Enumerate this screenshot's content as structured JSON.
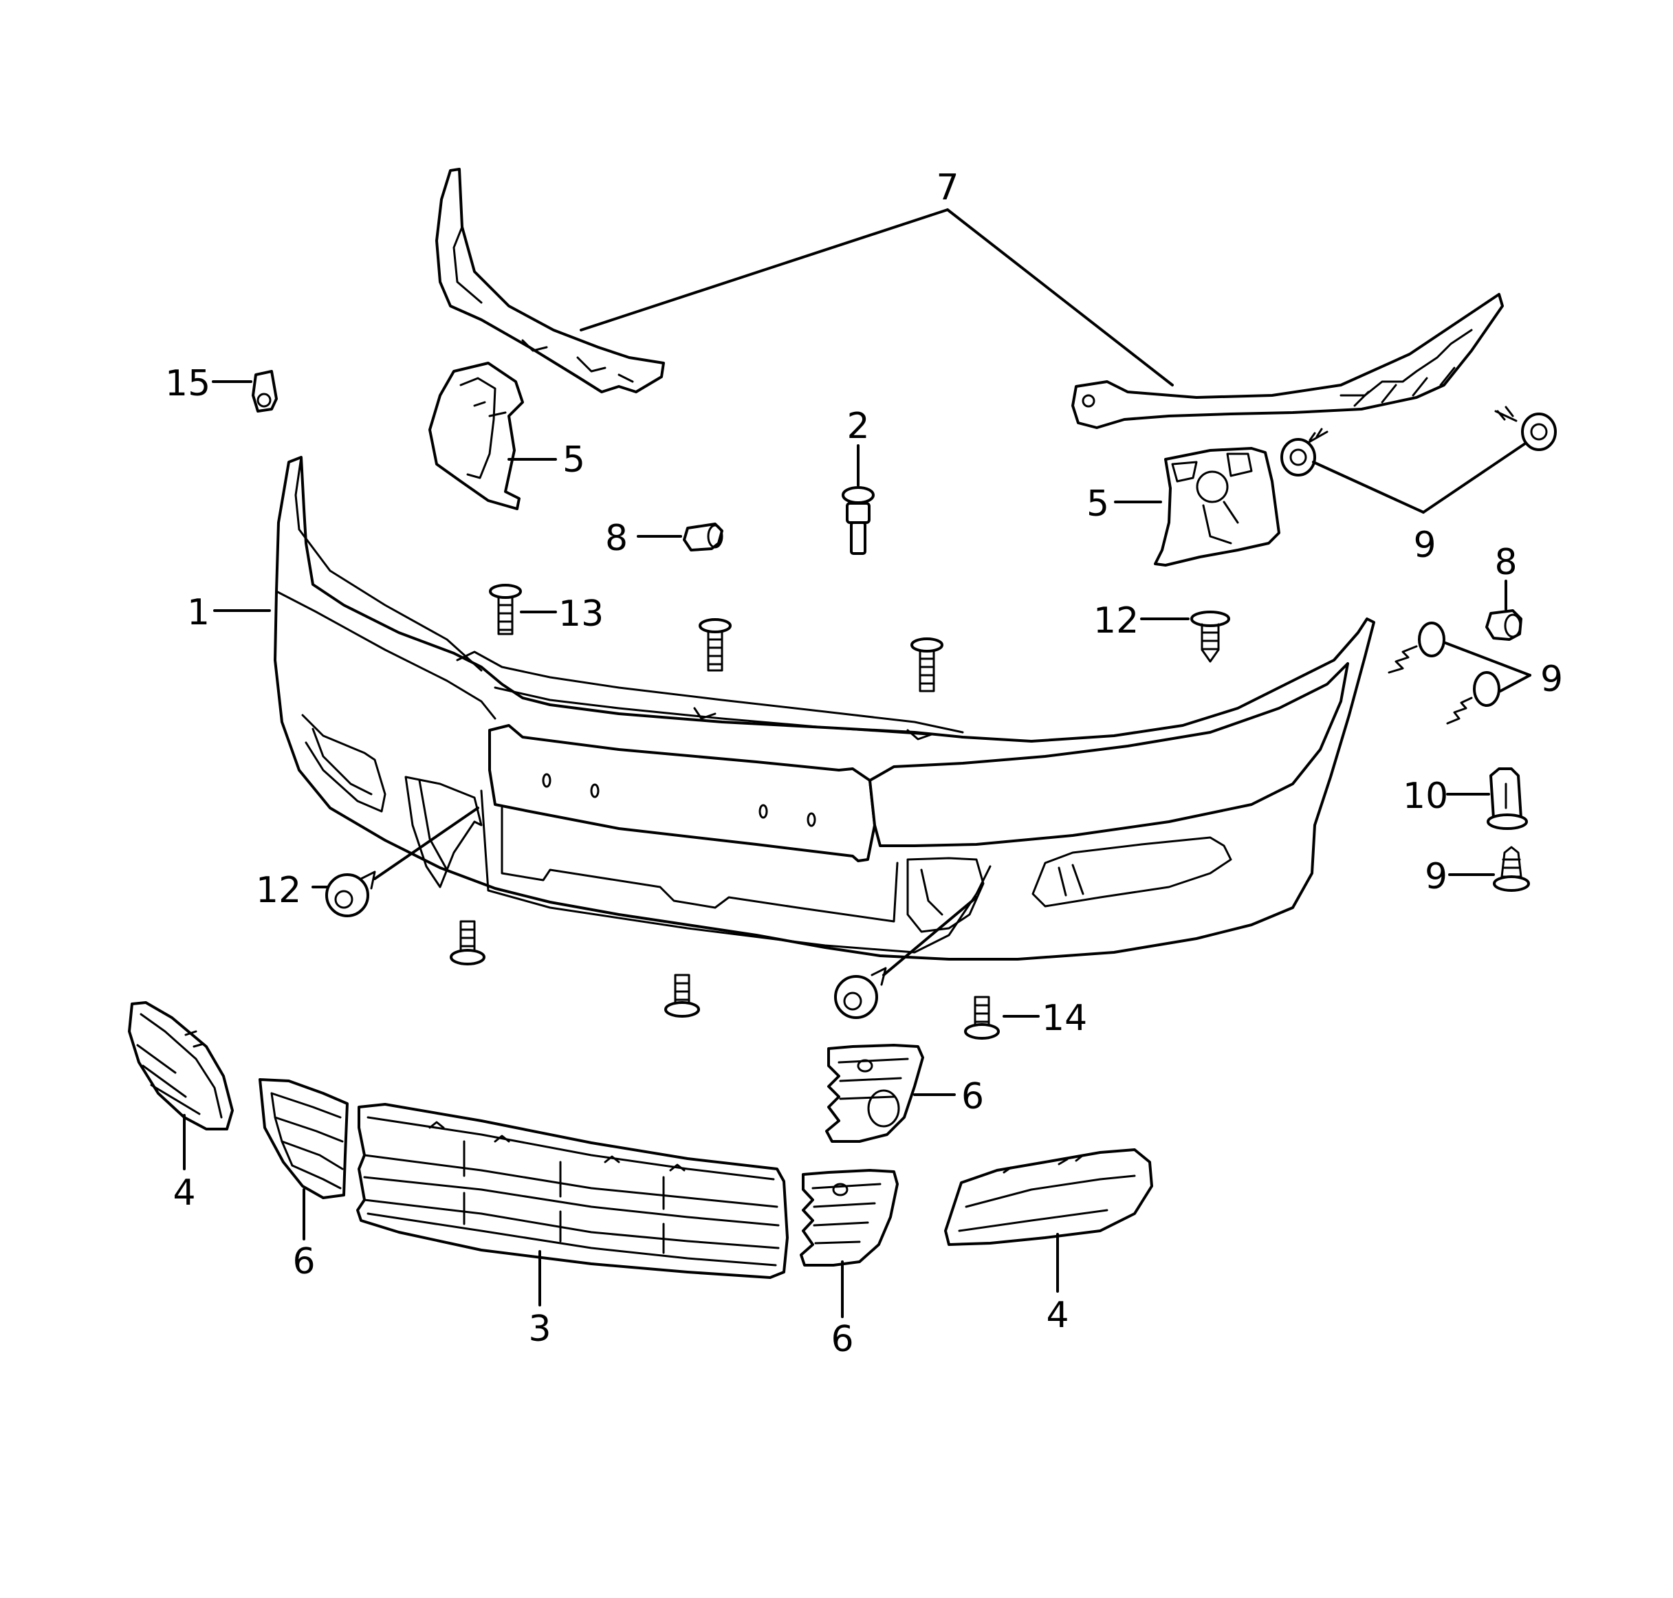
{
  "diagram": {
    "callouts": {
      "c1": "1",
      "c2": "2",
      "c3": "3",
      "c4a": "4",
      "c4b": "4",
      "c5a": "5",
      "c5b": "5",
      "c6a": "6",
      "c6b": "6",
      "c6c": "6",
      "c7": "7",
      "c8a": "8",
      "c8b": "8",
      "c9a": "9",
      "c9b": "9",
      "c9c": "9",
      "c10": "10",
      "c12a": "12",
      "c12b": "12",
      "c13": "13",
      "c14": "14",
      "c15": "15"
    }
  },
  "colors": {
    "line": "#000000",
    "background": "#ffffff"
  }
}
